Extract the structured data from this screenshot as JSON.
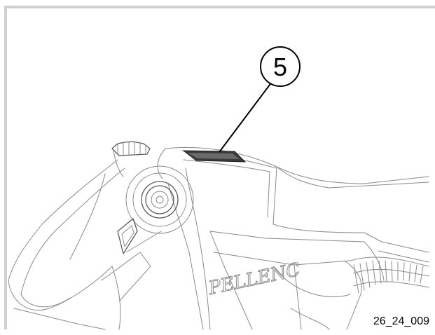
{
  "callout": {
    "number": "5"
  },
  "figure": {
    "id": "26_24_009",
    "brand_text": "PELLENC"
  },
  "colors": {
    "line": "#8a8a8a",
    "dark": "#5a5a5a",
    "frame": "#d0d0d0",
    "highlight": "#3a3a3a"
  }
}
